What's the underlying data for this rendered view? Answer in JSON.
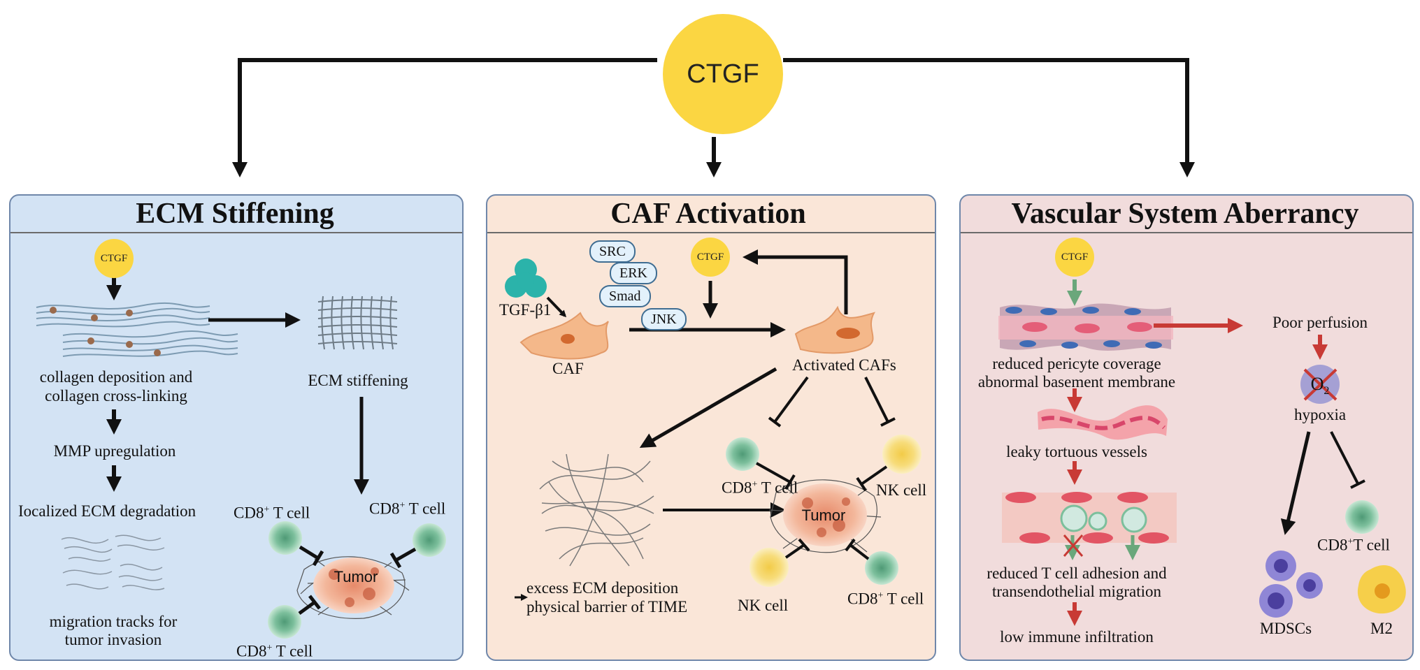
{
  "ctgf_main": "CTGF",
  "ctgf_small": "CTGF",
  "colors": {
    "panel_ecm": "#d3e3f4",
    "panel_caf": "#fae6d8",
    "panel_vasc": "#f1dcdc",
    "ctgf": "#fbd642",
    "red_arrow": "#c83a35",
    "green_arrow": "#6aa77b"
  },
  "panels": {
    "ecm": {
      "title": "ECM Stiffening",
      "collagen": "collagen deposition and",
      "collagen2": "collagen cross-linking",
      "stiffening": "ECM stiffening",
      "mmp": "MMP upregulation",
      "degradation": "Iocalized ECM  degradation",
      "migration": "migration tracks for",
      "migration2": "tumor invasion",
      "tumor": "Tumor"
    },
    "caf": {
      "title": "CAF Activation",
      "tgf": "TGF-β1",
      "caf": "CAF",
      "activated": "Activated CAFs",
      "pathways": [
        "SRC",
        "ERK",
        "Smad",
        "JNK"
      ],
      "excess": "excess ECM deposition",
      "barrier": "physical barrier of TIME",
      "nk": "NK cell",
      "tumor": "Tumor"
    },
    "vasc": {
      "title": "Vascular System Aberrancy",
      "pericyte": "reduced pericyte coverage",
      "basement": "abnormal basement membrane",
      "perfusion": "Poor perfusion",
      "o2": "O",
      "o2_sub": "2",
      "hypoxia": "hypoxia",
      "leaky": "leaky tortuous vessels",
      "adhesion": "reduced T cell adhesion and",
      "transendo": "transendothelial migration",
      "low": "low immune infiltration",
      "mdsc": "MDSCs",
      "m2": "M2"
    }
  },
  "cd8": {
    "prefix": "CD8",
    "sup": "+",
    "suffix": "T cell"
  }
}
